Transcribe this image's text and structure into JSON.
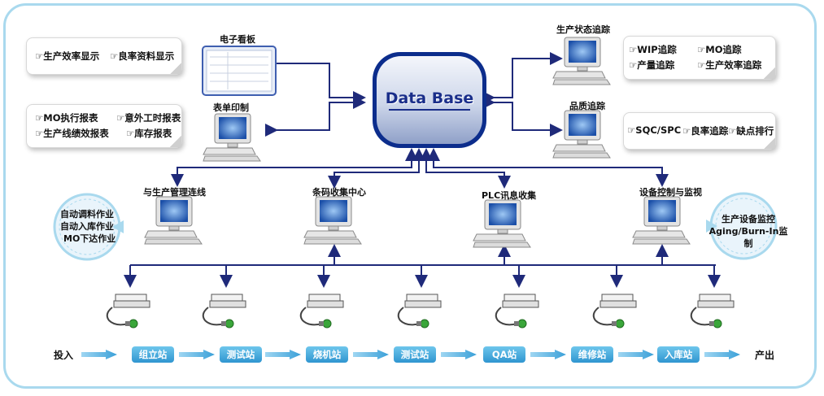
{
  "database": {
    "label": "Data Base"
  },
  "notes": {
    "left_top": {
      "items": [
        "☞生产效率显示",
        "☞良率资料显示"
      ]
    },
    "left_mid": {
      "row1": [
        "☞MO执行报表",
        "☞意外工时报表"
      ],
      "row2": [
        "☞生产线绩效报表",
        "☞库存报表"
      ]
    },
    "right_top": {
      "row1": [
        "☞WIP追踪",
        "☞MO追踪"
      ],
      "row2": [
        "☞产量追踪",
        "☞生产效率追踪"
      ]
    },
    "right_mid": {
      "items": [
        "☞SQC/SPC",
        "☞良率追踪",
        "☞缺点排行"
      ]
    }
  },
  "labels": {
    "ekanban": "电子看板",
    "form_print": "表单印制",
    "prod_status": "生产状态追踪",
    "quality": "品质追踪",
    "prod_mgmt": "与生产管理连线",
    "barcode": "条码收集中心",
    "plc": "PLC讯息收集",
    "equipment": "设备控制与监视"
  },
  "left_circle": {
    "lines": [
      "自动调料作业",
      "自动入库作业",
      "MO下达作业"
    ]
  },
  "right_circle": {
    "lines": [
      "生产设备监控",
      "Aging/Burn-In监制"
    ]
  },
  "flow": {
    "start": "投入",
    "end": "产出",
    "stations": [
      "组立站",
      "测试站",
      "烧机站",
      "测试站",
      "QA站",
      "维修站",
      "入库站"
    ]
  },
  "colors": {
    "line": "#1f2a7a",
    "frame": "#a9d9ee",
    "station": "#3aa0d8",
    "arrow": "#4fb3e3"
  }
}
